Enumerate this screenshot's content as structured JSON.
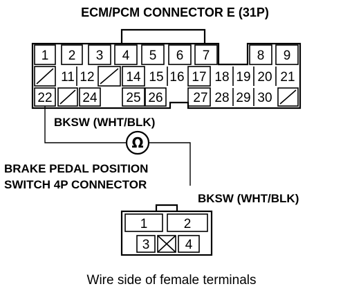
{
  "ecm_connector": {
    "title": "ECM/PCM CONNECTOR E (31P)",
    "row1": [
      {
        "label": "1",
        "kind": "pin"
      },
      {
        "label": "2",
        "kind": "pin"
      },
      {
        "label": "3",
        "kind": "pin"
      },
      {
        "label": "4",
        "kind": "pin"
      },
      {
        "label": "5",
        "kind": "pin"
      },
      {
        "label": "6",
        "kind": "pin"
      },
      {
        "label": "7",
        "kind": "pin"
      },
      {
        "label": "",
        "kind": "gap"
      },
      {
        "label": "8",
        "kind": "pin"
      },
      {
        "label": "9",
        "kind": "pin"
      }
    ],
    "row2": [
      {
        "label": "",
        "kind": "empty"
      },
      {
        "label": "11",
        "kind": "pin"
      },
      {
        "label": "12",
        "kind": "pin"
      },
      {
        "label": "",
        "kind": "empty"
      },
      {
        "label": "14",
        "kind": "pin"
      },
      {
        "label": "15",
        "kind": "pin"
      },
      {
        "label": "16",
        "kind": "pin"
      },
      {
        "label": "17",
        "kind": "pin"
      },
      {
        "label": "18",
        "kind": "pin"
      },
      {
        "label": "19",
        "kind": "pin"
      },
      {
        "label": "20",
        "kind": "pin"
      },
      {
        "label": "21",
        "kind": "pin"
      }
    ],
    "row3": [
      {
        "label": "22",
        "kind": "pin"
      },
      {
        "label": "",
        "kind": "empty"
      },
      {
        "label": "24",
        "kind": "pin"
      },
      {
        "label": "",
        "kind": "gap"
      },
      {
        "label": "25",
        "kind": "pin"
      },
      {
        "label": "26",
        "kind": "pin"
      },
      {
        "label": "",
        "kind": "gap"
      },
      {
        "label": "27",
        "kind": "pin"
      },
      {
        "label": "28",
        "kind": "pin"
      },
      {
        "label": "29",
        "kind": "pin"
      },
      {
        "label": "30",
        "kind": "pin"
      },
      {
        "label": "",
        "kind": "empty"
      }
    ]
  },
  "wire_label_top": "BKSW (WHT/BLK)",
  "meter_symbol": "Ω",
  "switch_connector": {
    "title_line1": "BRAKE PEDAL POSITION",
    "title_line2": "SWITCH 4P CONNECTOR",
    "wire_label": "BKSW (WHT/BLK)",
    "row1": [
      {
        "label": "1",
        "kind": "pin"
      },
      {
        "label": "2",
        "kind": "pin"
      }
    ],
    "row2": [
      {
        "label": "3",
        "kind": "pin"
      },
      {
        "label": "",
        "kind": "unused"
      },
      {
        "label": "4",
        "kind": "pin"
      }
    ]
  },
  "caption": "Wire side of female terminals"
}
